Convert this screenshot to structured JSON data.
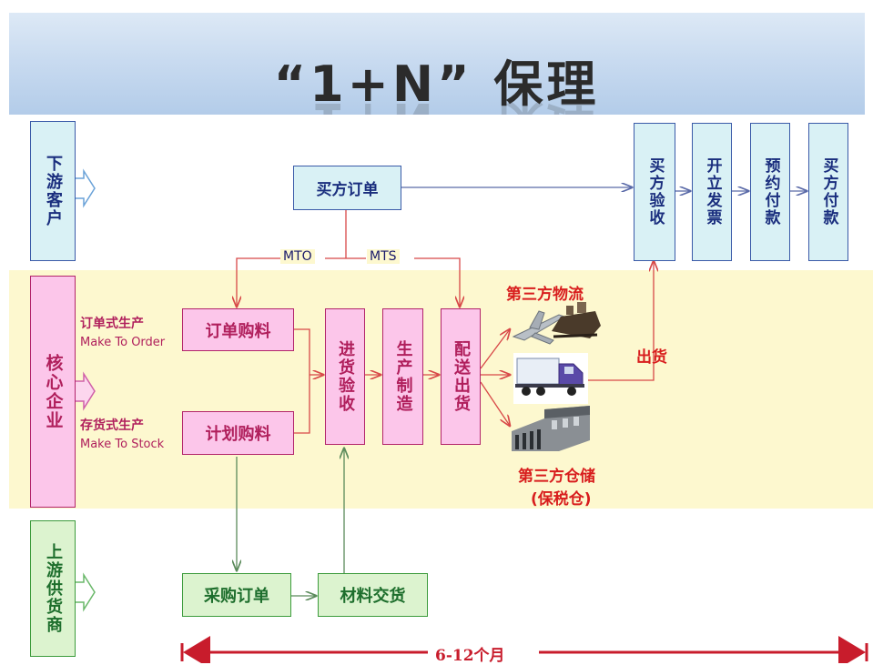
{
  "title": "“1+N” 保理",
  "actors": {
    "downstream": "下游客户",
    "core": "核心企业",
    "upstream": "上游供货商"
  },
  "boxes": {
    "buyer_order": "买方订单",
    "buyer_inspect": "买方验收",
    "issue_invoice": "开立发票",
    "prepay": "预约付款",
    "buyer_pay": "买方付款",
    "order_purchase": "订单购料",
    "plan_purchase": "计划购料",
    "receiving": "进货验收",
    "manufacturing": "生产制造",
    "delivery": "配送出货",
    "purchase_order": "采购订单",
    "material_delivery": "材料交货"
  },
  "labels": {
    "mto_cn": "订单式生产",
    "mto_en": "Make To Order",
    "mts_cn": "存货式生产",
    "mts_en": "Make To Stock",
    "mto": "MTO",
    "mts": "MTS",
    "third_logistics": "第三方物流",
    "shipment": "出货",
    "third_warehouse": "第三方仓储",
    "bonded": "(保税仓)",
    "timeline": "6-12个月"
  },
  "colors": {
    "blue_box": "#d9f1f5",
    "pink_box": "#fcc6ea",
    "green_box": "#dcf3cf",
    "red_text": "#d81d1d",
    "cream_band": "#fdf8cf"
  }
}
